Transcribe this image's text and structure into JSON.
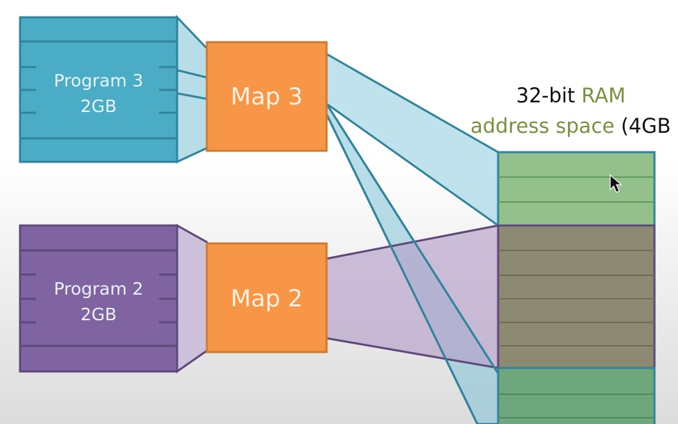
{
  "program3": {
    "name": "Program 3",
    "size": "2GB",
    "color": "#4bacc6"
  },
  "program2": {
    "name": "Program 2",
    "size": "2GB",
    "color": "#8064a2"
  },
  "map3": {
    "label": "Map 3",
    "color": "#f79646"
  },
  "map2": {
    "label": "Map 2",
    "color": "#f79646"
  },
  "ram_title": {
    "line1_prefix": "32-bit ",
    "line1_accent": "RAM",
    "line2_accent": "address space",
    "line2_suffix": " (4GB"
  },
  "ram": {
    "green_color": "#9bbb59",
    "gray_color": "#8c8a72"
  },
  "icons": [
    "mouse-cursor-icon"
  ]
}
